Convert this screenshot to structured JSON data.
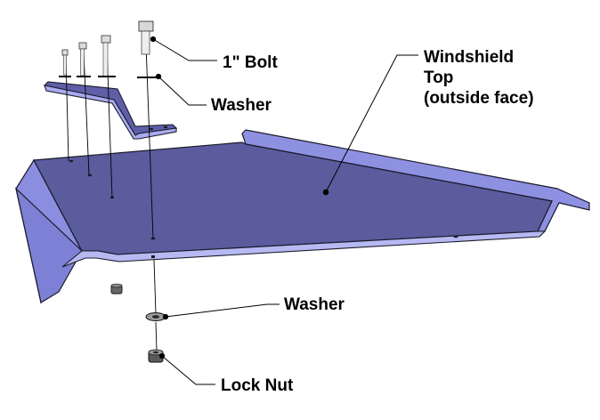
{
  "labels": {
    "bolt": "1\" Bolt",
    "washer_top": "Washer",
    "windshield_line1": "Windshield",
    "windshield_line2": "Top",
    "windshield_line3": "(outside face)",
    "washer_bottom": "Washer",
    "lock_nut": "Lock Nut"
  },
  "colors": {
    "plate_top": "#5b5c9e",
    "plate_side": "#8b8ee0",
    "plate_edge": "#b7b9f2",
    "plate_dark": "#3d3e78",
    "bolt": "#dcdcdc",
    "nut": "#555555",
    "line": "#000000"
  }
}
